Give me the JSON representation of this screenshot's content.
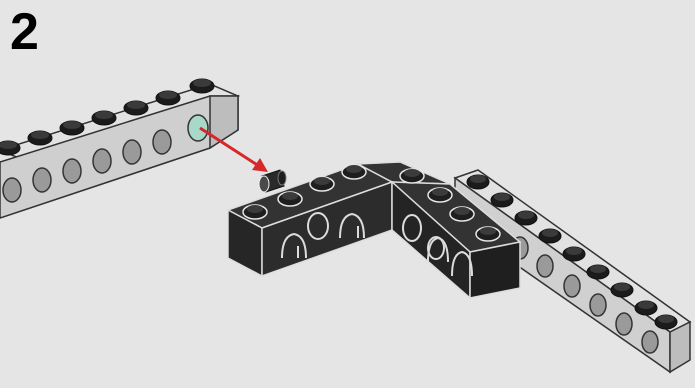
{
  "step": {
    "number": "2"
  },
  "illustration": {
    "parts": [
      "light-gray-technic-beam",
      "black-angled-technic-brick",
      "black-technic-pin",
      "light-gray-technic-beam"
    ],
    "arrow_color": "#d62828",
    "light_part_color": "#d6d6d6",
    "dark_part_color": "#2a2a2a"
  }
}
